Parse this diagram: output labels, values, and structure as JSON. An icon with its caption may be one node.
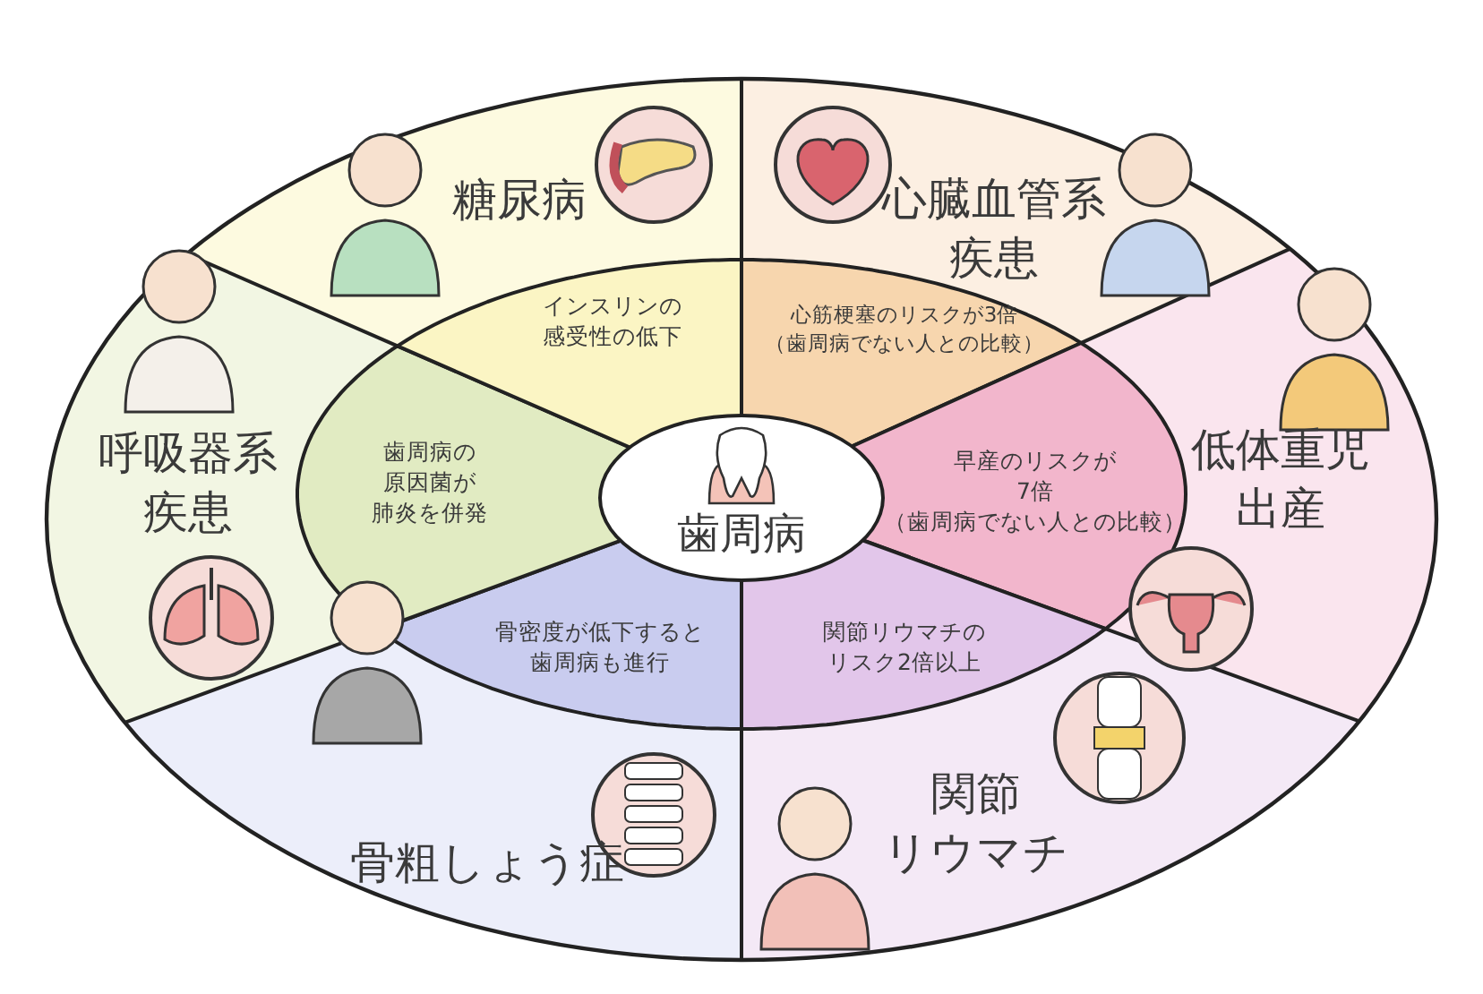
{
  "diagram": {
    "nodes": [
      {
        "text": [
          "歯周病"
        ]
      },
      {
        "text": [
          "インスリンの感受性の低下"
        ]
      },
      {
        "text": [
          "心筋梗塞のリスクが3倍（歯周病でない人との比較）"
        ]
      },
      {
        "text": [
          "早産のリスクが7倍（歯周病でない人との比較）"
        ]
      },
      {
        "text": [
          "関節リウマチのリスク2倍以上"
        ]
      },
      {
        "text": [
          "骨密度が低下すると歯周病も進行"
        ]
      },
      {
        "text": [
          "歯周病の原因菌が肺炎を併発"
        ]
      },
      {
        "text": [
          "糖尿病"
        ]
      },
      {
        "text": [
          "心臓血管系疾患"
        ]
      },
      {
        "text": [
          "低体重児出産"
        ]
      },
      {
        "text": [
          "関節リウマチ"
        ]
      },
      {
        "text": [
          "骨粗しょう症"
        ]
      },
      {
        "text": [
          "呼吸器系疾患"
        ]
      }
    ]
  }
}
